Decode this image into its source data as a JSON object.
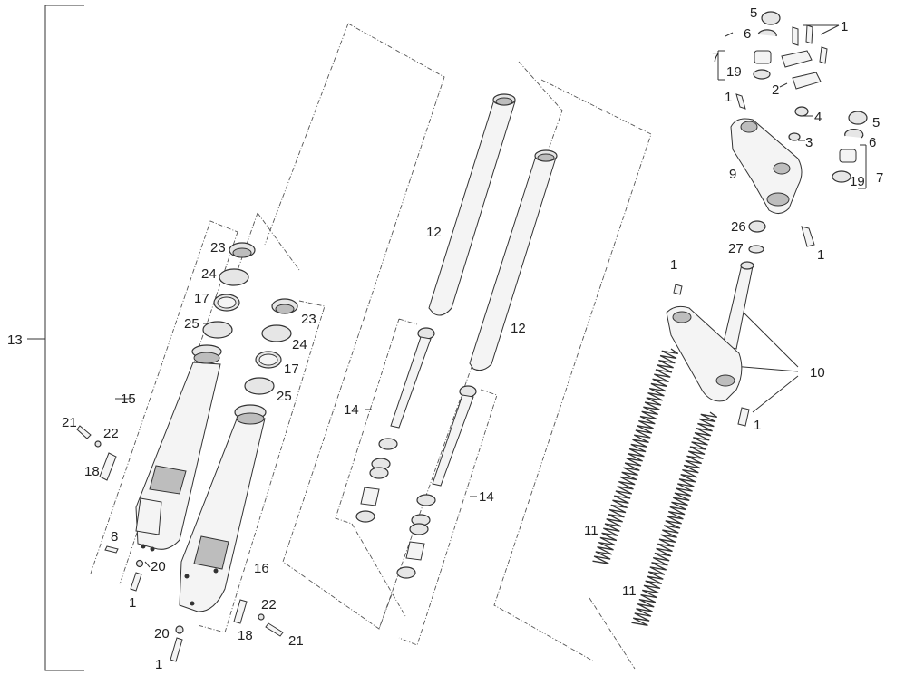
{
  "diagram": {
    "labels": {
      "l13": "13",
      "l1_a": "1",
      "l1_b": "1",
      "l1_c": "1",
      "l1_d": "1",
      "l1_e": "1",
      "l1_f": "1",
      "l1_g": "1",
      "l2": "2",
      "l3": "3",
      "l4": "4",
      "l5_a": "5",
      "l5_b": "5",
      "l6_a": "6",
      "l6_b": "6",
      "l7_a": "7",
      "l7_b": "7",
      "l8": "8",
      "l9": "9",
      "l10": "10",
      "l11_a": "11",
      "l11_b": "11",
      "l12_a": "12",
      "l12_b": "12",
      "l14_a": "14",
      "l14_b": "14",
      "l15": "15",
      "l16": "16",
      "l17_a": "17",
      "l17_b": "17",
      "l18_a": "18",
      "l18_b": "18",
      "l19_a": "19",
      "l19_b": "19",
      "l20_a": "20",
      "l20_b": "20",
      "l21_a": "21",
      "l21_b": "21",
      "l22_a": "22",
      "l22_b": "22",
      "l23_a": "23",
      "l23_b": "23",
      "l24_a": "24",
      "l24_b": "24",
      "l25_a": "25",
      "l25_b": "25",
      "l26": "26",
      "l27": "27"
    }
  }
}
